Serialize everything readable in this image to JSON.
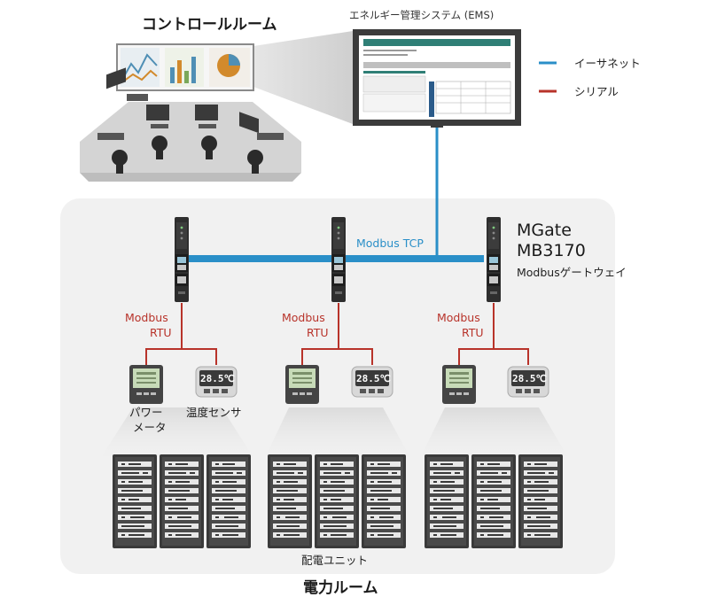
{
  "control_room": {
    "title": "コントロールルーム"
  },
  "ems": {
    "title": "エネルギー管理システム (EMS)"
  },
  "legend": {
    "ethernet": "イーサネット",
    "serial": "シリアル",
    "ethernet_color": "#2a8fc8",
    "serial_color": "#b8332a"
  },
  "network": {
    "protocol_label": "Modbus TCP"
  },
  "gateway": {
    "model_line1": "MGate",
    "model_line2": "MB3170",
    "description": "Modbusゲートウェイ"
  },
  "serial_link": {
    "label_line1": "Modbus",
    "label_line2": "RTU"
  },
  "devices": {
    "power_meter_line1": "パワー",
    "power_meter_line2": "メータ",
    "temp_sensor": "温度センサ",
    "temp_display": "28.5℃"
  },
  "distribution": {
    "label": "配電ユニット"
  },
  "power_room": {
    "title": "電力ルーム"
  }
}
